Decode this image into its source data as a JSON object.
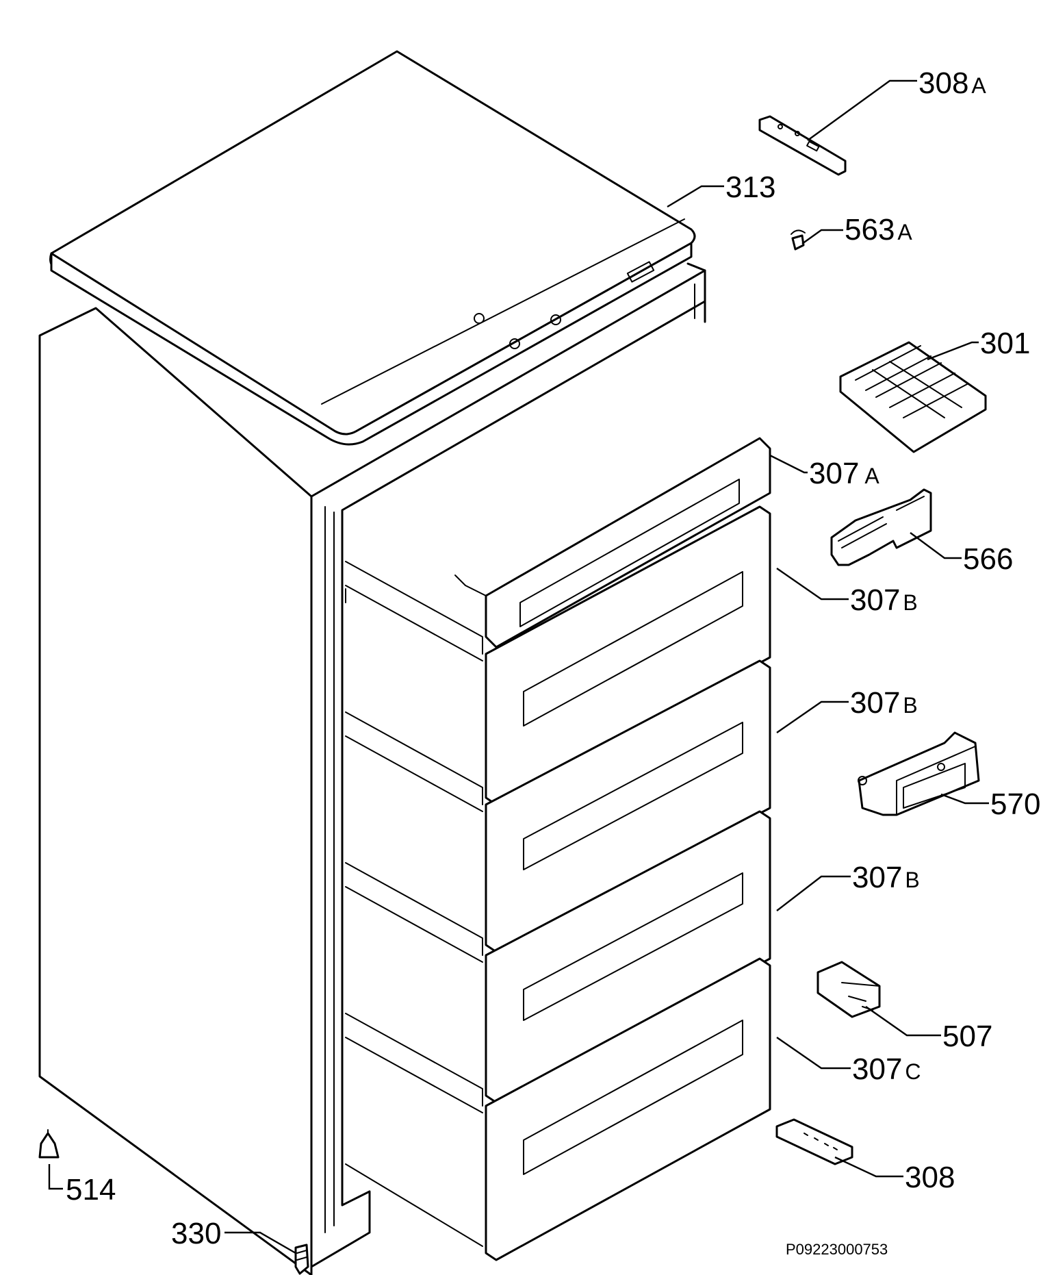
{
  "parts": {
    "p308a": {
      "number": "308",
      "suffix": "A"
    },
    "p313": {
      "number": "313",
      "suffix": ""
    },
    "p563a": {
      "number": "563",
      "suffix": "A"
    },
    "p301": {
      "number": "301",
      "suffix": ""
    },
    "p307a": {
      "number": "307",
      "suffix": "A"
    },
    "p566": {
      "number": "566",
      "suffix": ""
    },
    "p307b_1": {
      "number": "307",
      "suffix": "B"
    },
    "p307b_2": {
      "number": "307",
      "suffix": "B"
    },
    "p570": {
      "number": "570",
      "suffix": ""
    },
    "p307b_3": {
      "number": "307",
      "suffix": "B"
    },
    "p507": {
      "number": "507",
      "suffix": ""
    },
    "p307c": {
      "number": "307",
      "suffix": "C"
    },
    "p308": {
      "number": "308",
      "suffix": ""
    },
    "p514": {
      "number": "514",
      "suffix": ""
    },
    "p330": {
      "number": "330",
      "suffix": ""
    }
  },
  "drawing_code": "P09223000753"
}
